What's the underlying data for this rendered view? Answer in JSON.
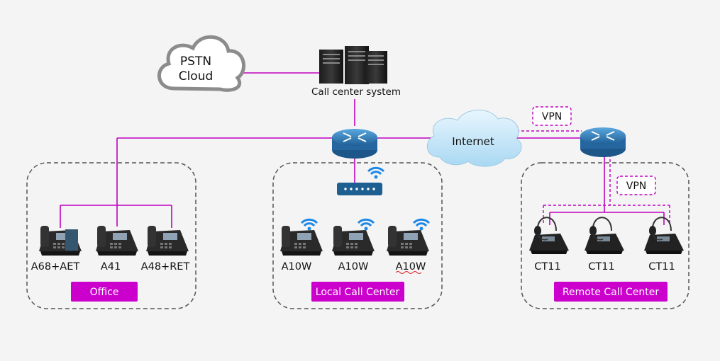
{
  "cloud": {
    "line1": "PSTN",
    "line2": "Cloud"
  },
  "server": {
    "label": "Call center system"
  },
  "internet": {
    "label": "Internet"
  },
  "vpn": {
    "top": "VPN",
    "lower": "VPN"
  },
  "office": {
    "label": "Office",
    "devices": [
      "A68+AET",
      "A41",
      "A48+RET"
    ]
  },
  "local": {
    "label": "Local Call Center",
    "devices": [
      "A10W",
      "A10W",
      "A10W"
    ]
  },
  "remote": {
    "label": "Remote Call Center",
    "devices": [
      "CT11",
      "CT11",
      "CT11"
    ]
  },
  "colors": {
    "link": "#c000c0",
    "pill": "#cc00cc",
    "router": "#2f7fbf",
    "wifi": "#1e88e5",
    "group_border": "#555555"
  }
}
